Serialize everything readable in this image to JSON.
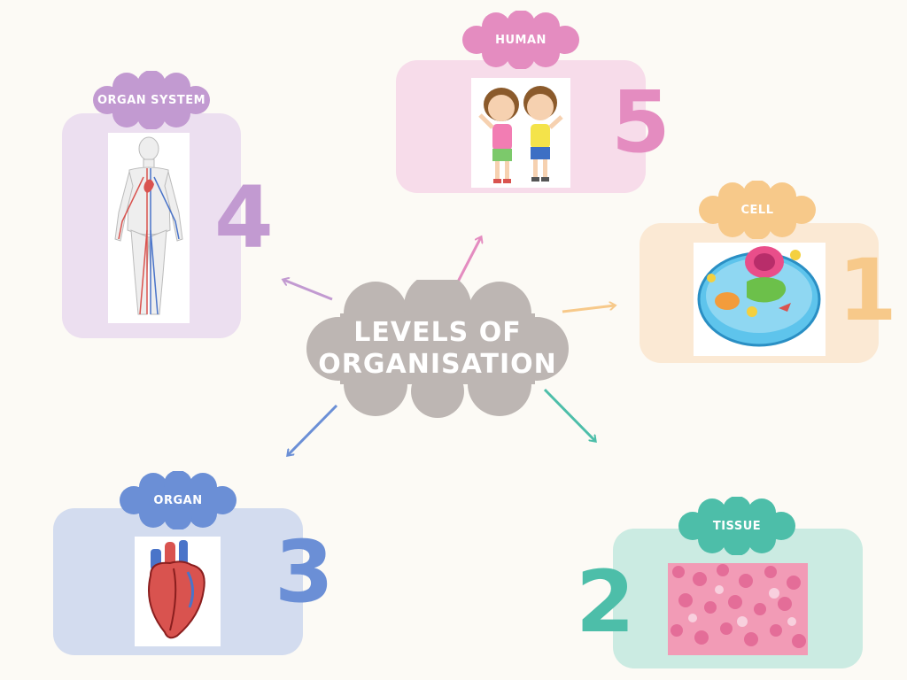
{
  "title": "LEVELS OF ORGANISATION",
  "levels": [
    {
      "number": "1",
      "label": "CELL",
      "color": "#f7c98a",
      "card_color": "#fbe9d4"
    },
    {
      "number": "2",
      "label": "TISSUE",
      "color": "#4dbea9",
      "card_color": "#cbebe2"
    },
    {
      "number": "3",
      "label": "ORGAN",
      "color": "#6b8fd6",
      "card_color": "#d3dcef"
    },
    {
      "number": "4",
      "label": "ORGAN SYSTEM",
      "color": "#c29ad1",
      "card_color": "#ecdff0"
    },
    {
      "number": "5",
      "label": "HUMAN",
      "color": "#e48cc0",
      "card_color": "#f7dcea"
    }
  ],
  "icons": {
    "cell": "animal-cell-icon",
    "tissue": "tissue-micrograph-icon",
    "organ": "heart-icon",
    "organ_system": "circulatory-system-icon",
    "human": "children-icon"
  },
  "center_color": "#bdb6b3"
}
